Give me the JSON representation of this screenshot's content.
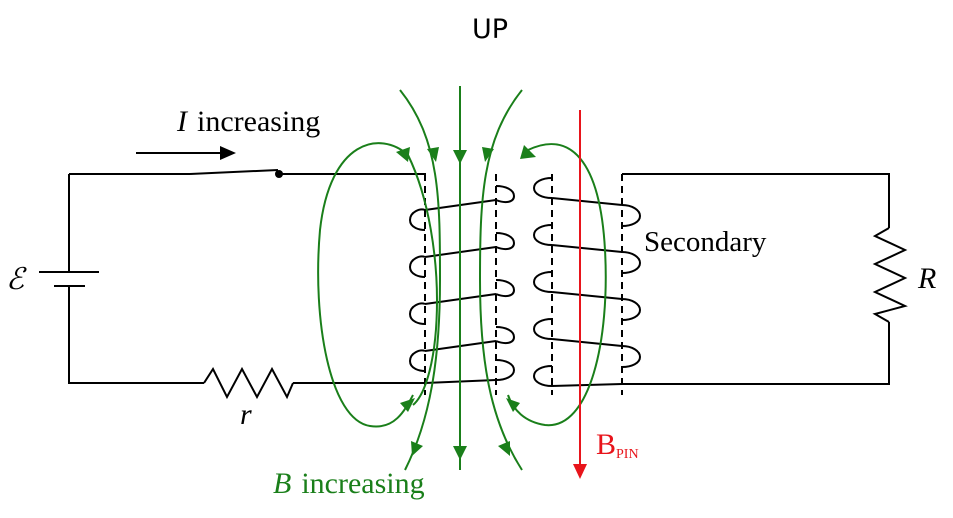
{
  "title": "UP",
  "primary_circuit": {
    "current_label_symbol": "I",
    "current_label_text": "increasing",
    "emf_symbol": "ℰ",
    "internal_resistance_symbol": "r",
    "components": [
      "battery",
      "switch",
      "resistor",
      "primary coil"
    ]
  },
  "secondary_circuit": {
    "coil_label": "Secondary",
    "load_resistor_symbol": "R",
    "components": [
      "secondary coil",
      "resistor"
    ]
  },
  "field": {
    "label_symbol": "B",
    "label_text": "increasing",
    "direction": "down through primary coil",
    "color": "#1a7f1a"
  },
  "induced_field": {
    "label_main": "B",
    "label_sub": "PIN",
    "direction": "down",
    "color": "#e8141b"
  }
}
